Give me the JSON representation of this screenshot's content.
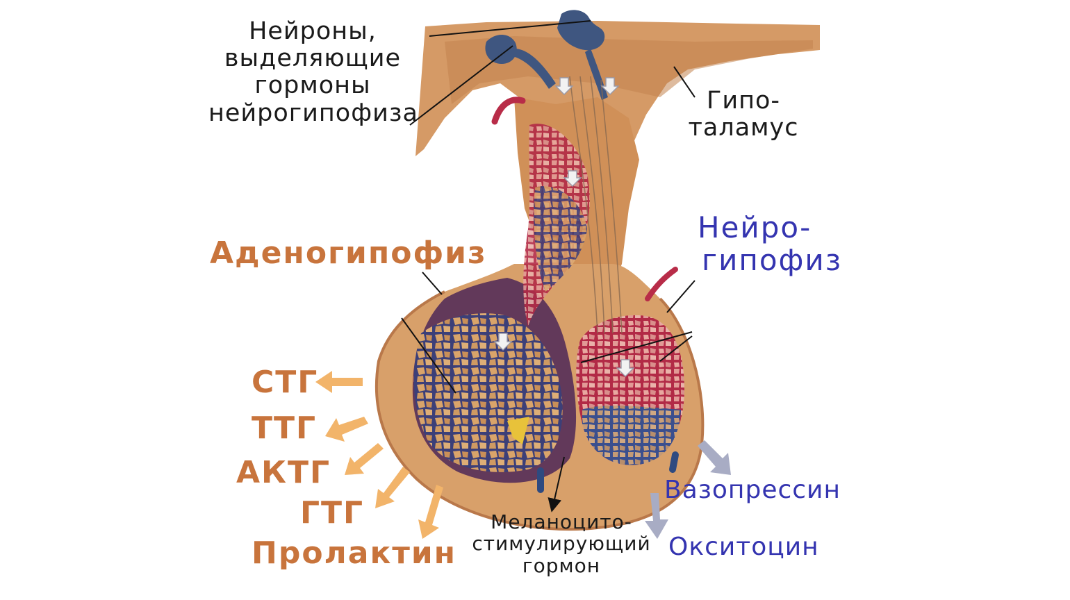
{
  "labels": {
    "neurons": [
      "Нейроны,",
      "выделяющие",
      "гормоны",
      "нейрогипофиза"
    ],
    "hypothalamus": [
      "Гипо-",
      "таламус"
    ],
    "adenohypophysis": "Аденогипофиз",
    "neurohypophysis": [
      "Нейро-",
      "гипофиз"
    ],
    "msh": [
      "Меланоцито-",
      "стимулирующий",
      "гормон"
    ],
    "anterior_hormones": [
      "СТГ",
      "ТТГ",
      "АКТГ",
      "ГТГ",
      "Пролактин"
    ],
    "posterior_hormones": [
      "Вазопрессин",
      "Окситоцин"
    ]
  },
  "colors": {
    "tissue": "#d89a66",
    "tissue_dark": "#b9784a",
    "adeno_interior": "#6a3f5a",
    "cells": "#d8a36a",
    "vessels_red": "#b82c48",
    "vessels_blue": "#3a4f8c",
    "orange_text": "#c8743c",
    "blue_text": "#3434b0",
    "orange_arrow": "#f2b46a",
    "gray_arrow": "#a8acc4"
  }
}
